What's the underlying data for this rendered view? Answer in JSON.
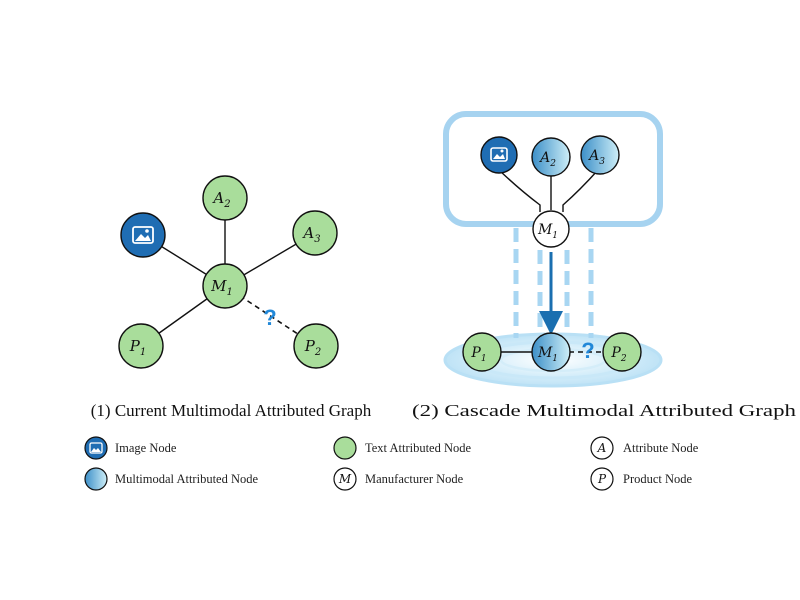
{
  "colors": {
    "text_node_fill": "#a9dd9b",
    "image_node_fill": "#1f6db3",
    "multimodal_light": "#bfe6f3",
    "multimodal_dark": "#3c8fc8",
    "accent_blue": "#9fd0ee",
    "arrow_blue": "#1a6fb0",
    "question_blue": "#2288d8",
    "outline": "#111111"
  },
  "left_graph": {
    "caption": "(1) Current Multimodal Attributed Graph",
    "nodes": {
      "image": {
        "icon": "image-icon"
      },
      "a2": {
        "base": "A",
        "sub": "2"
      },
      "a3": {
        "base": "A",
        "sub": "3"
      },
      "m1": {
        "base": "M",
        "sub": "1"
      },
      "p1": {
        "base": "P",
        "sub": "1"
      },
      "p2": {
        "base": "P",
        "sub": "2"
      }
    },
    "question": "?"
  },
  "right_graph": {
    "caption": "(2) Cascade Multimodal Attributed Graph",
    "nodes": {
      "image": {
        "icon": "image-icon"
      },
      "a2": {
        "base": "A",
        "sub": "2"
      },
      "a3": {
        "base": "A",
        "sub": "3"
      },
      "m1_top": {
        "base": "M",
        "sub": "1"
      },
      "p1": {
        "base": "P",
        "sub": "1"
      },
      "m1_bottom": {
        "base": "M",
        "sub": "1"
      },
      "p2": {
        "base": "P",
        "sub": "2"
      }
    },
    "question": "?"
  },
  "legend": [
    {
      "kind": "image",
      "label": "Image Node"
    },
    {
      "kind": "text",
      "label": "Text Attributed Node"
    },
    {
      "kind": "letter",
      "letter": "A",
      "label": "Attribute Node"
    },
    {
      "kind": "multimodal",
      "label": "Multimodal Attributed Node"
    },
    {
      "kind": "letter",
      "letter": "M",
      "label": "Manufacturer Node"
    },
    {
      "kind": "letter",
      "letter": "P",
      "label": "Product Node"
    }
  ]
}
